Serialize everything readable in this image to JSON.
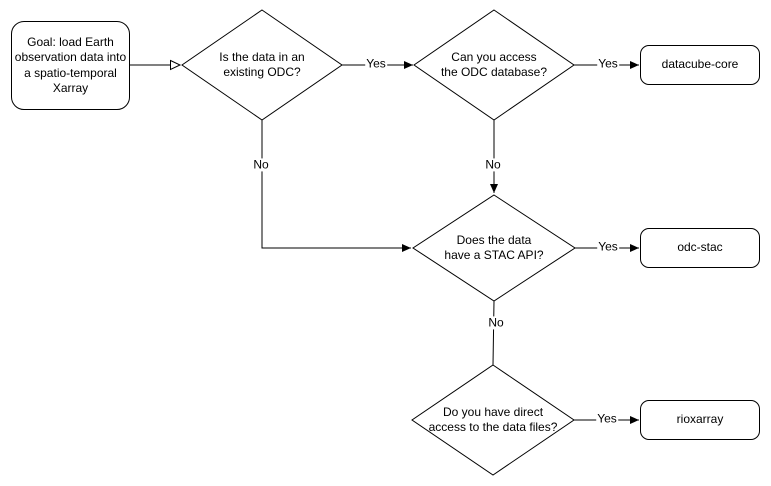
{
  "diagram": {
    "title_hint": "Earth observation data loading decision flowchart",
    "colors": {
      "background": "#ffffff",
      "shape_fill": "#ffffff",
      "shape_stroke": "#000000",
      "text": "#000000"
    },
    "nodes": {
      "goal": {
        "label": "Goal: load Earth\nobservation data into\na spatio-temporal\nXarray",
        "shape": "rounded-rect"
      },
      "q_existing_odc": {
        "label": "Is the data in an\nexisting ODC?",
        "shape": "diamond"
      },
      "q_access_db": {
        "label": "Can you access\nthe ODC database?",
        "shape": "diamond"
      },
      "q_stac_api": {
        "label": "Does the data\nhave a STAC API?",
        "shape": "diamond"
      },
      "q_direct_access": {
        "label": "Do you have direct\naccess to the data files?",
        "shape": "diamond"
      },
      "r_datacube_core": {
        "label": "datacube-core",
        "shape": "rounded-rect"
      },
      "r_odc_stac": {
        "label": "odc-stac",
        "shape": "rounded-rect"
      },
      "r_rioxarray": {
        "label": "rioxarray",
        "shape": "rounded-rect"
      }
    },
    "edge_labels": {
      "existing_odc_yes": "Yes",
      "existing_odc_no": "No",
      "access_db_yes": "Yes",
      "access_db_no": "No",
      "stac_api_yes": "Yes",
      "stac_api_no": "No",
      "direct_access_yes": "Yes"
    }
  }
}
